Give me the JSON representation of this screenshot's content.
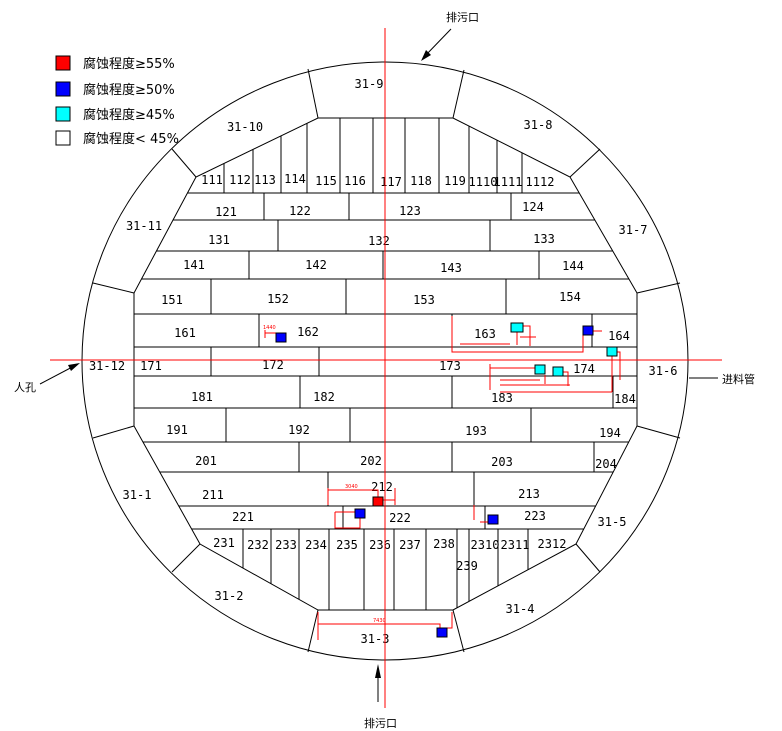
{
  "legend": [
    {
      "label": "腐蚀程度≥55%",
      "color": "#ff0000"
    },
    {
      "label": "腐蚀程度≥50%",
      "color": "#0000ff"
    },
    {
      "label": "腐蚀程度≥45%",
      "color": "#00ffff"
    },
    {
      "label": "腐蚀程度< 45%",
      "color": "#ffffff"
    }
  ],
  "annotations": {
    "top_outlet": "排污口",
    "bottom_outlet": "排污口",
    "manhole": "人孔",
    "feed_pipe": "进料管"
  },
  "ring_segments": [
    "31-9",
    "31-10",
    "31-8",
    "31-11",
    "31-7",
    "31-12",
    "31-6",
    "31-1",
    "31-5",
    "31-2",
    "31-4",
    "31-3"
  ],
  "cells": [
    "111",
    "112",
    "113",
    "114",
    "115",
    "116",
    "117",
    "118",
    "119",
    "1110",
    "1111",
    "1112",
    "121",
    "122",
    "123",
    "124",
    "131",
    "132",
    "133",
    "141",
    "142",
    "143",
    "144",
    "151",
    "152",
    "153",
    "154",
    "161",
    "162",
    "163",
    "164",
    "171",
    "172",
    "173",
    "174",
    "181",
    "182",
    "183",
    "184",
    "191",
    "192",
    "193",
    "194",
    "201",
    "202",
    "203",
    "204",
    "211",
    "212",
    "213",
    "221",
    "222",
    "223",
    "231",
    "232",
    "233",
    "234",
    "235",
    "236",
    "237",
    "238",
    "239",
    "2310",
    "2311",
    "2312"
  ],
  "corrosion_marks": [
    {
      "near": "162",
      "level": "≥50%",
      "color": "#0000ff"
    },
    {
      "near": "163",
      "level": "≥45%",
      "color": "#00ffff"
    },
    {
      "near": "164",
      "level": "≥50%",
      "color": "#0000ff"
    },
    {
      "near": "164",
      "level": "≥45%",
      "color": "#00ffff"
    },
    {
      "near": "174",
      "level": "≥45%",
      "color": "#00ffff"
    },
    {
      "near": "174",
      "level": "≥45%",
      "color": "#00ffff"
    },
    {
      "near": "212",
      "level": "≥55%",
      "color": "#ff0000"
    },
    {
      "near": "235",
      "level": "≥50%",
      "color": "#0000ff"
    },
    {
      "near": "223",
      "level": "≥50%",
      "color": "#0000ff"
    },
    {
      "near": "31-3",
      "level": "≥50%",
      "color": "#0000ff"
    }
  ],
  "dimension_labels": [
    "1440",
    "3040",
    "7430"
  ],
  "colors": {
    "outline": "#000000",
    "centerline": "#ff0000",
    "dimension": "#ff0000"
  }
}
